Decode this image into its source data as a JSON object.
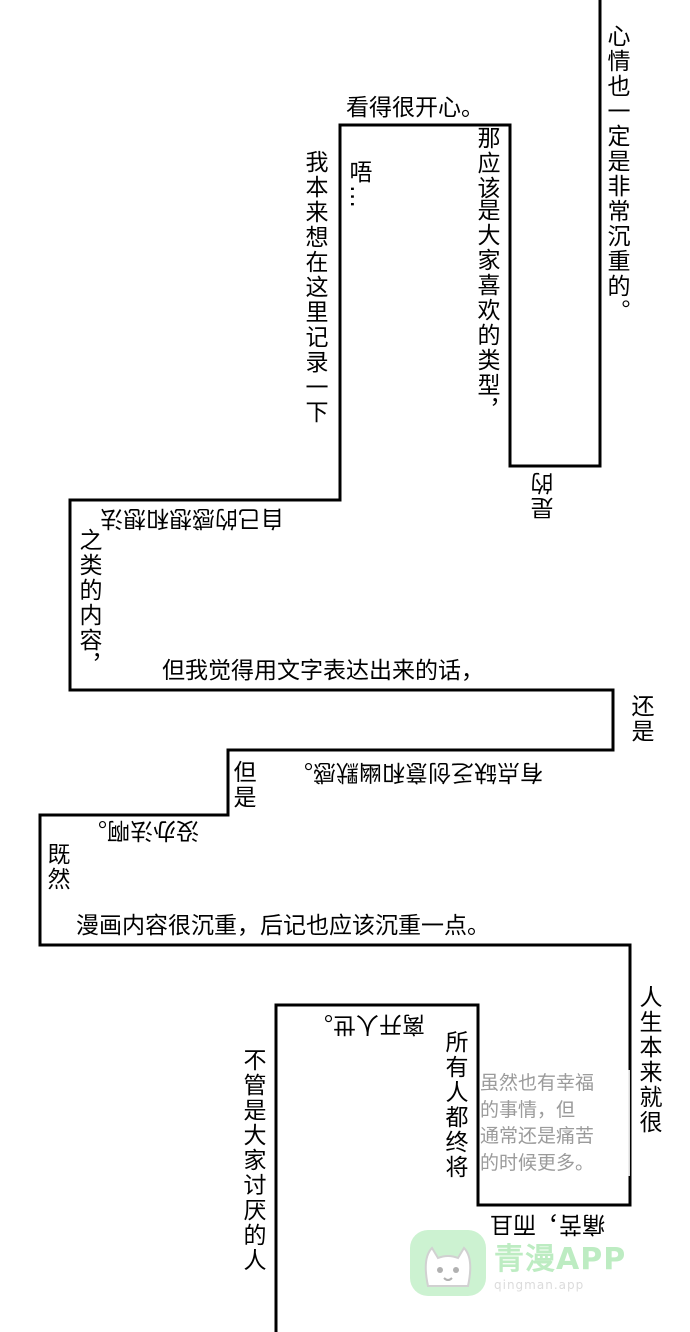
{
  "texts": {
    "t1": "心情也一定是非常沉重的。",
    "t2": "看得很开心。",
    "t3": "我本来想在这里记录一下",
    "t4": "唔…",
    "t5": "那应该",
    "t6": "是大家喜欢的类型，",
    "t7": "是的",
    "t8": "自己的感想和想法",
    "t9": "之类的内容，",
    "t10": "但我觉得用文字表达出来的话，",
    "t11": "还是",
    "t12": "有点缺乏创意和幽默感。",
    "t13": "但是",
    "t14": "没办法啊。",
    "t15": "既然",
    "t16": "漫画内容很沉重，后记也应该沉重一点。",
    "t17": "人生本来就很",
    "t18": "痛苦，而且",
    "t19": "所有人都终将",
    "t20": "离开人世。",
    "t21": "不管是大家讨厌的人"
  },
  "note": {
    "lines": [
      "虽然也有幸福",
      "的事情，但",
      "通常还是痛苦",
      "的时候更多。"
    ]
  },
  "watermark": {
    "title": "青漫APP",
    "url": "qingman.app",
    "icon": "cat-face-icon"
  },
  "colors": {
    "line": "#000000",
    "note": "#9b9b9b",
    "watermark": "#6fd67a"
  }
}
